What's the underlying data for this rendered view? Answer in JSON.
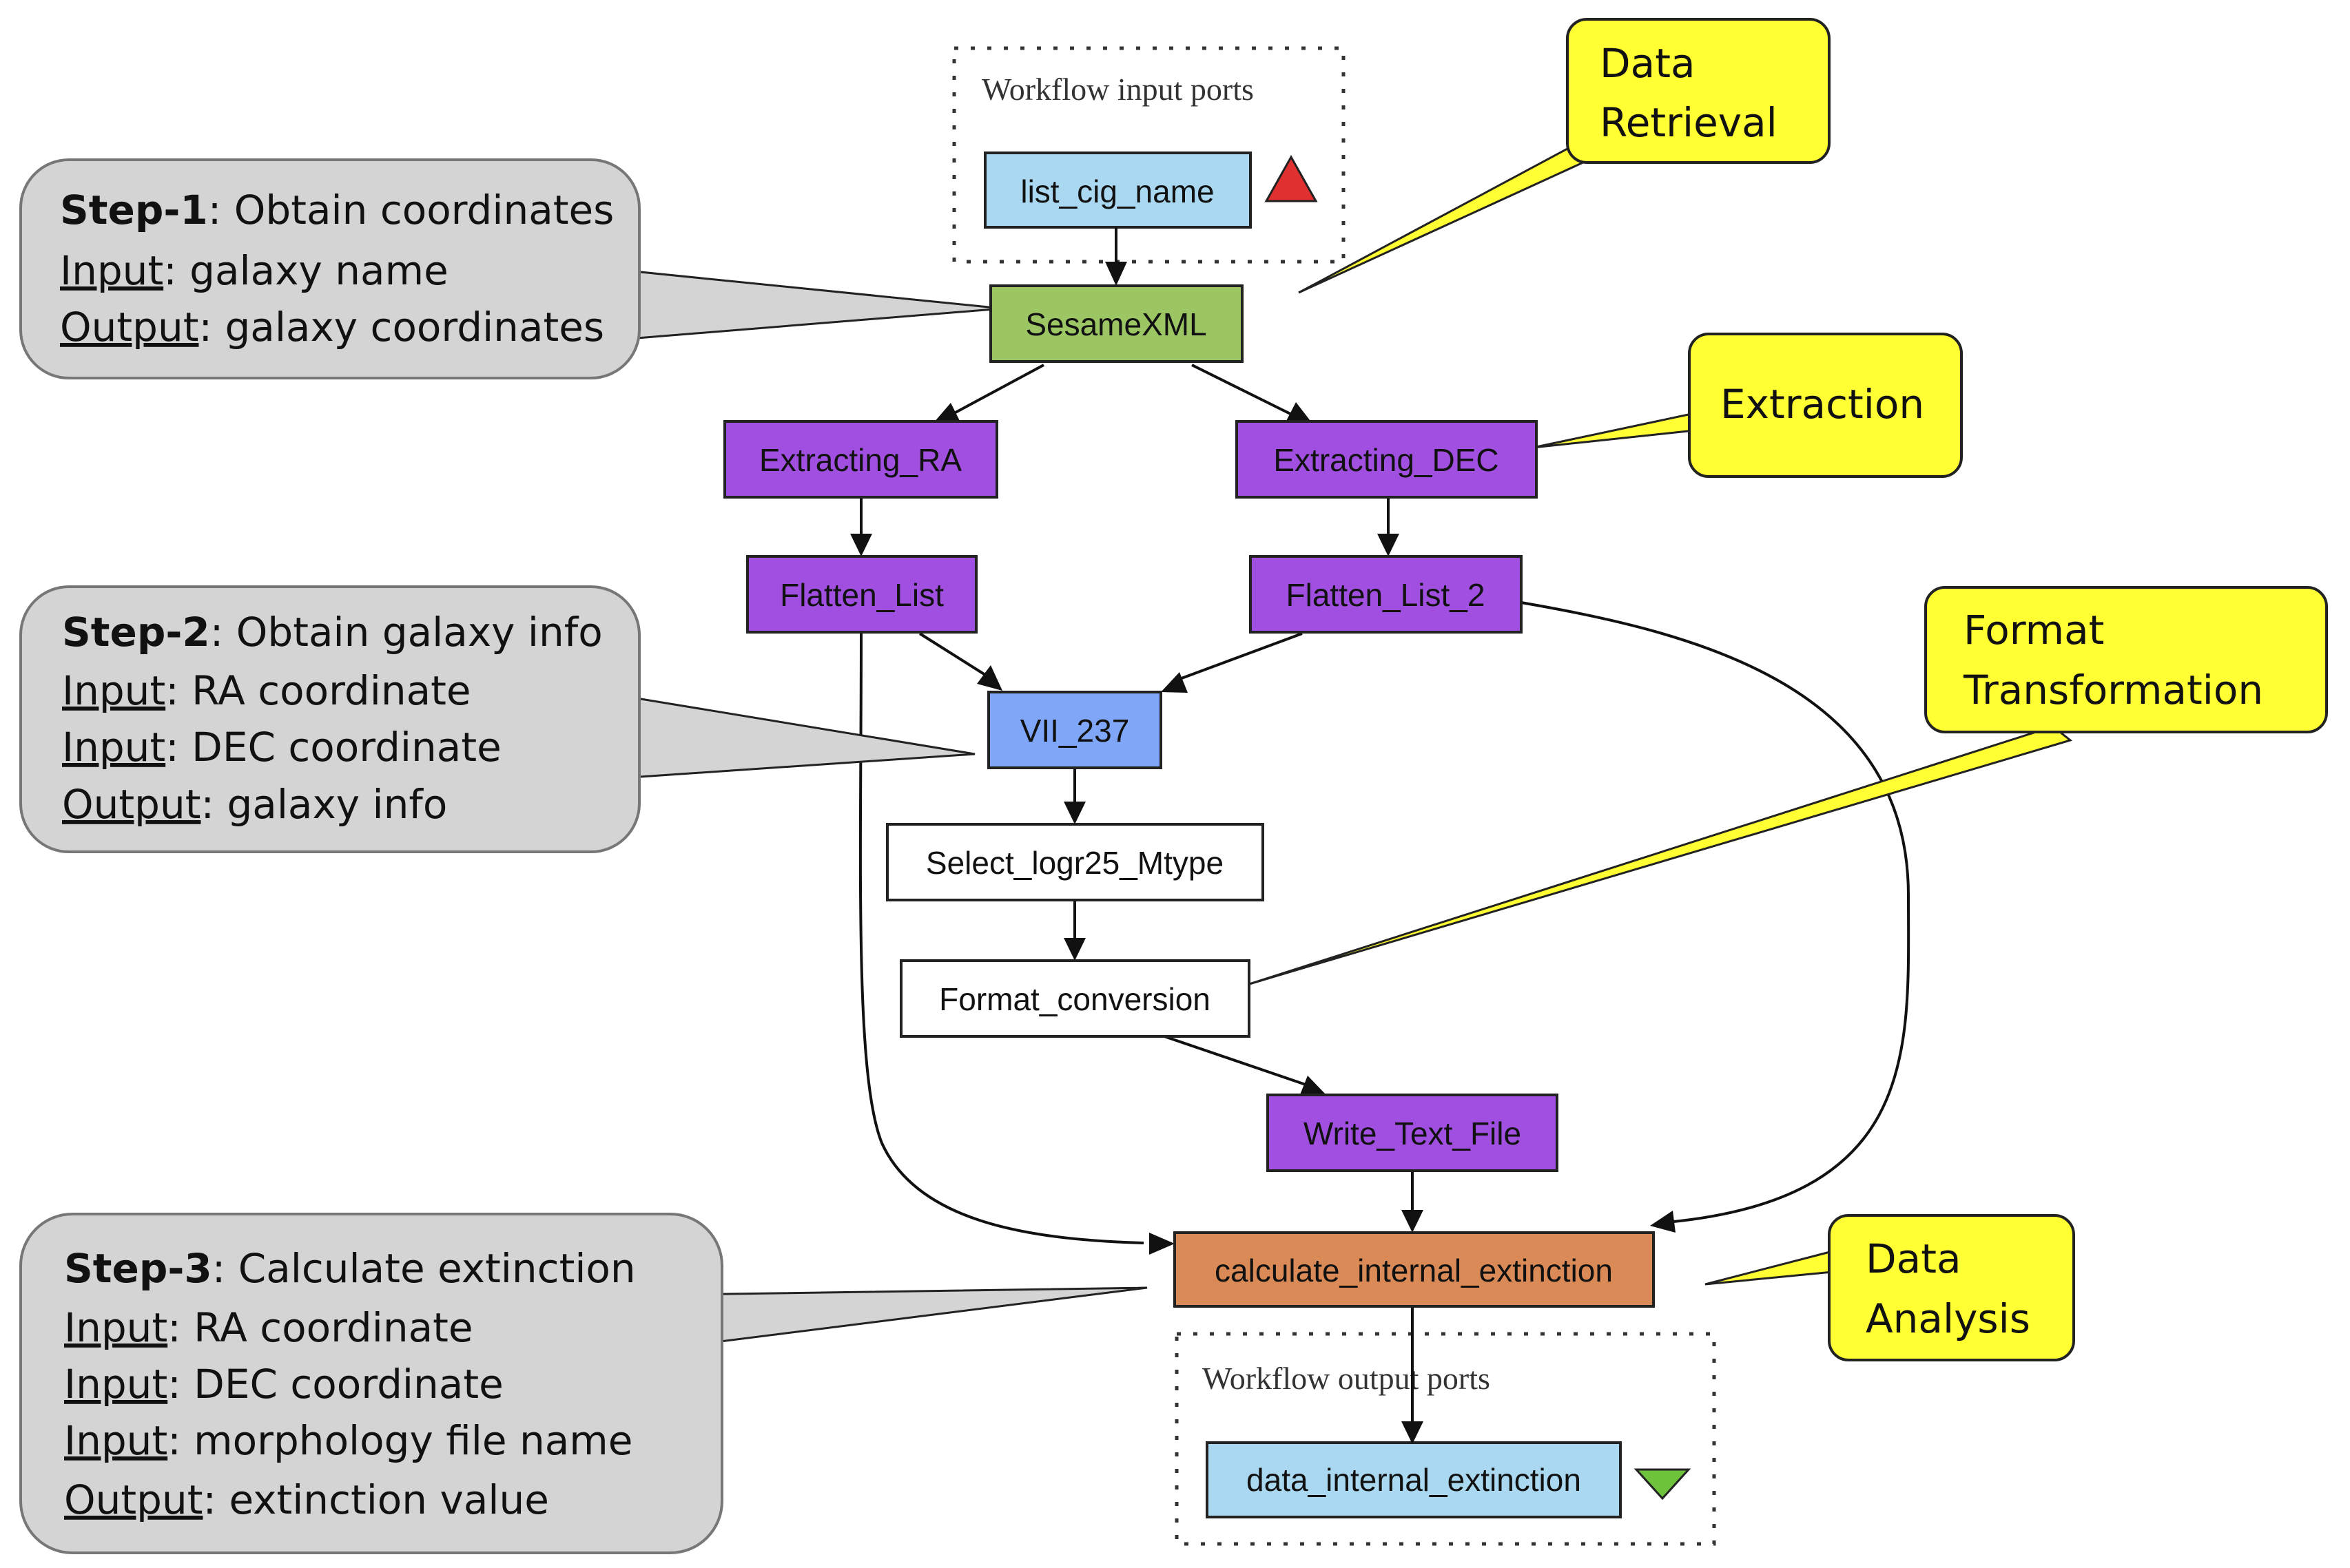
{
  "input_ports": {
    "title": "Workflow input ports",
    "port": "list_cig_name"
  },
  "output_ports": {
    "title": "Workflow output ports",
    "port": "data_internal_extinction"
  },
  "nodes": {
    "sesame": "SesameXML",
    "extract_ra": "Extracting_RA",
    "extract_dec": "Extracting_DEC",
    "flatten": "Flatten_List",
    "flatten2": "Flatten_List_2",
    "vii": "VII_237",
    "select": "Select_logr25_Mtype",
    "format": "Format_conversion",
    "write": "Write_Text_File",
    "calc": "calculate_internal_extinction"
  },
  "callouts": {
    "data_retrieval": [
      "Data",
      "Retrieval"
    ],
    "extraction": [
      "Extraction"
    ],
    "format_transformation": [
      "Format",
      "Transformation"
    ],
    "data_analysis": [
      "Data",
      "Analysis"
    ]
  },
  "steps": {
    "step1": {
      "title": "Step-1",
      "title_rest": ": Obtain coordinates",
      "lines": [
        {
          "key": "Input",
          "value": ":  galaxy name"
        },
        {
          "key": "Output",
          "value": ":  galaxy coordinates"
        }
      ]
    },
    "step2": {
      "title": "Step-2",
      "title_rest": ": Obtain galaxy info",
      "lines": [
        {
          "key": "Input",
          "value": ":  RA coordinate"
        },
        {
          "key": "Input",
          "value": ":  DEC coordinate"
        },
        {
          "key": "Output",
          "value": ":  galaxy info"
        }
      ]
    },
    "step3": {
      "title": "Step-3",
      "title_rest": ": Calculate extinction",
      "lines": [
        {
          "key": "Input",
          "value": ":  RA coordinate"
        },
        {
          "key": "Input",
          "value": ":  DEC coordinate"
        },
        {
          "key": "Input",
          "value": ":  morphology  file name"
        },
        {
          "key": "Output",
          "value": ":  extinction value"
        }
      ]
    }
  },
  "colors": {
    "port_fill": "#a9d8f0",
    "sesame_fill": "#9cc563",
    "purple_fill": "#a04fe0",
    "vii_fill": "#80a7f7",
    "calc_fill": "#d98a56",
    "callout_fill": "#ffff33",
    "step_fill": "#d4d4d4",
    "input_marker": "#e03030",
    "output_marker": "#6fc33c"
  }
}
